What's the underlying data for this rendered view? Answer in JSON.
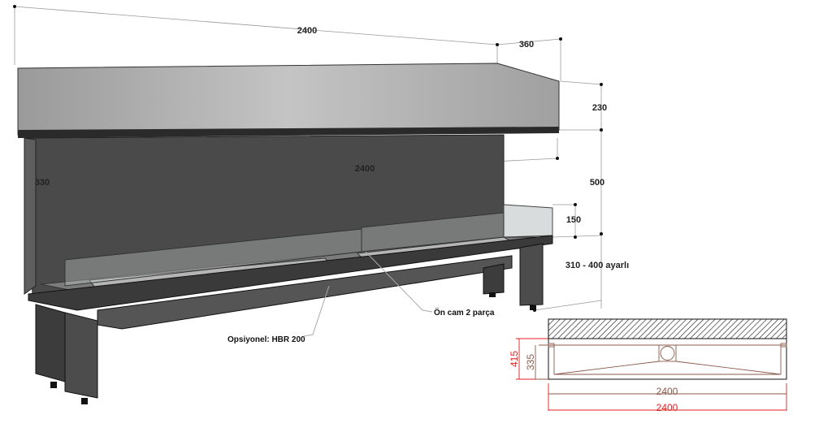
{
  "dimensions": {
    "total_width": "2400",
    "depth": "360",
    "hood_height": "230",
    "inner_width": "2400",
    "side_depth": "330",
    "opening_height": "500",
    "glass_height": "150",
    "leg_height": "310 - 400 ayarlı"
  },
  "callouts": {
    "front_glass": "Ön cam 2 parça",
    "optional": "Opsiyonel: HBR 200"
  },
  "section_drawing": {
    "height_outer": "415",
    "height_inner": "335",
    "width_inner": "2400",
    "width_outer": "2400"
  },
  "colors": {
    "cad_brown": "#8b5a4a",
    "cad_red": "#e02020"
  }
}
